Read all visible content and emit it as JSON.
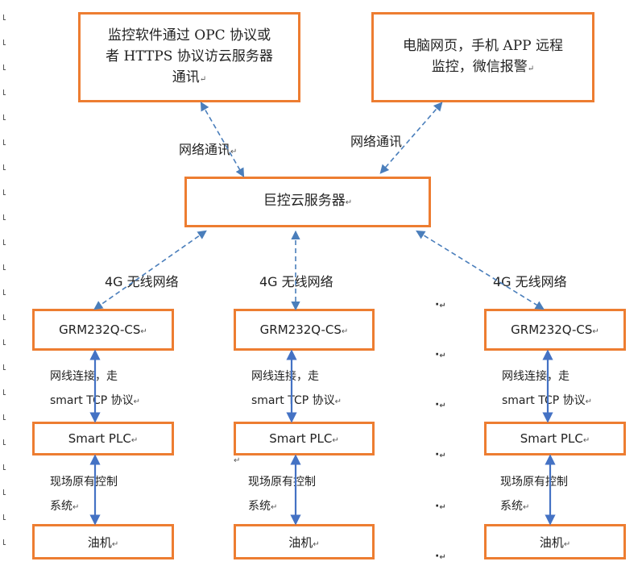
{
  "top_left_box": {
    "line1": "监控软件通过 OPC 协议或",
    "line2": "者 HTTPS 协议访云服务器",
    "line3": "通讯"
  },
  "top_right_box": {
    "line1": "电脑网页，手机 APP 远程",
    "line2": "监控，微信报警"
  },
  "cloud_box": {
    "label": "巨控云服务器"
  },
  "network_label": "网络通讯",
  "wireless_label": "4G 无线网络",
  "gateway_label": "GRM232Q-CS",
  "cable_line1": "网线连接，走",
  "cable_line2": "smart TCP 协议",
  "plc_label": "Smart PLC",
  "control_line1": "现场原有控制",
  "control_line2": "系统",
  "engine_label": "油机",
  "colors": {
    "box_border": "#ED7D31",
    "arrow": "#4472C4",
    "dashed_arrow": "#4A7EBB"
  }
}
